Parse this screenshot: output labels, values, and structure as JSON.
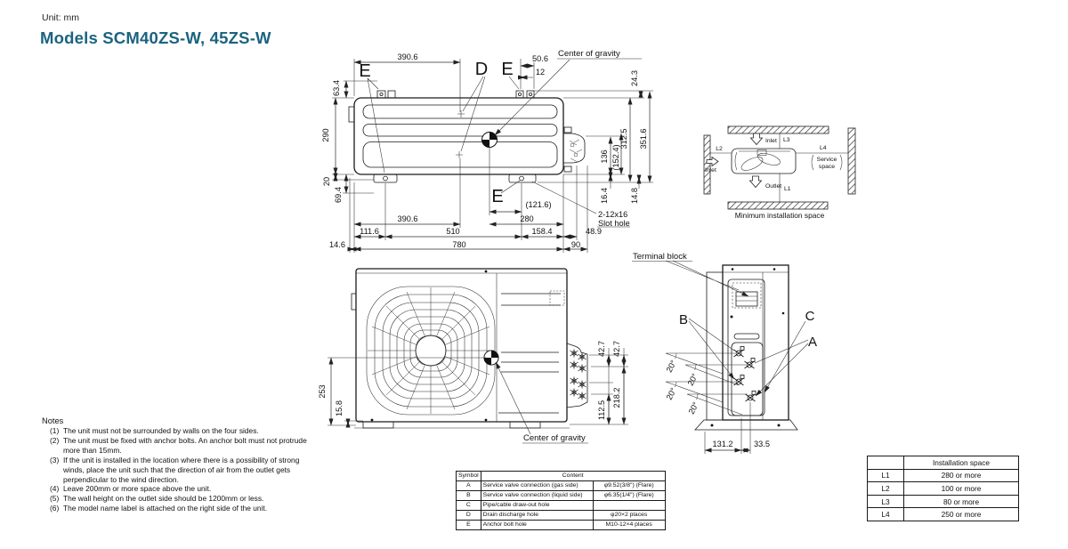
{
  "header": {
    "unit": "Unit: mm",
    "title": "Models SCM40ZS-W, 45ZS-W"
  },
  "colors": {
    "title_accent": "#1b6380",
    "line": "#1b1b1b"
  },
  "top_view": {
    "labels": {
      "e": "E",
      "d": "D",
      "center_of_gravity": "Center of gravity",
      "slot_hole_1": "2-12x16",
      "slot_hole_2": "Slot hole"
    },
    "dims": {
      "d390_6": "390.6",
      "d50_6": "50.6",
      "d12": "12",
      "d24_3": "24.3",
      "d63_4": "63.4",
      "d290": "290",
      "d20": "20",
      "d69_4": "69.4",
      "d312_5": "312.5",
      "d351_6": "351.6",
      "d136": "136",
      "d152_4": "(152.4)",
      "d16_4": "16.4",
      "d14_8": "14.8",
      "d121_6": "(121.6)",
      "d280": "280",
      "d111_6": "111.6",
      "d510": "510",
      "d158_4": "158.4",
      "d48_9": "48.9",
      "d14_6": "14.6",
      "d780": "780",
      "d90": "90"
    }
  },
  "install_diagram": {
    "l1": "L1",
    "l2": "L2",
    "l3": "L3",
    "l4": "L4",
    "inlet": "Inlet",
    "outlet": "Outlet",
    "service_line1": "Service",
    "service_line2": "space",
    "caption": "Minimum installation space"
  },
  "front_view": {
    "center_of_gravity": "Center of gravity",
    "dims": {
      "d253": "253",
      "d15_8": "15.8",
      "d42_7": "42.7",
      "d218_2": "218.2",
      "d112_5": "112.5"
    }
  },
  "side_view": {
    "terminal_block": "Terminal block",
    "label_a": "A",
    "label_b": "B",
    "label_c": "C",
    "angle": "20°",
    "dims": {
      "d131_2": "131.2",
      "d33_5": "33.5"
    }
  },
  "notes": {
    "title": "Notes",
    "items": [
      {
        "num": "(1)",
        "text": "The unit must not be surrounded by walls on the four sides."
      },
      {
        "num": "(2)",
        "text": "The unit must be fixed with anchor bolts. An anchor bolt must not protrude more than 15mm."
      },
      {
        "num": "(3)",
        "text": "If the unit is installed in the location where there is a possibility of strong winds, place the unit such that the direction of air from the outlet gets perpendicular to the wind direction."
      },
      {
        "num": "(4)",
        "text": "Leave 200mm or more space above the unit."
      },
      {
        "num": "(5)",
        "text": "The wall height on the outlet side should be 1200mm or less."
      },
      {
        "num": "(6)",
        "text": "The model name label is attached on the right side of the unit."
      }
    ]
  },
  "symbol_table": {
    "col_symbol": "Symbol",
    "col_content": "Content",
    "rows": [
      {
        "sym": "A",
        "desc": "Service valve connection (gas side)",
        "val": "φ9.52(3/8\") (Flare)"
      },
      {
        "sym": "B",
        "desc": "Service valve connection (liquid side)",
        "val": "φ6.35(1/4\") (Flare)"
      },
      {
        "sym": "C",
        "desc": "Pipe/cable draw-out hole",
        "val": ""
      },
      {
        "sym": "D",
        "desc": "Drain discharge hole",
        "val": "φ20×2 places"
      },
      {
        "sym": "E",
        "desc": "Anchor bolt hole",
        "val": "M10-12×4 places"
      }
    ]
  },
  "space_table": {
    "header": "Installation space",
    "rows": [
      {
        "label": "L1",
        "value": "280 or more"
      },
      {
        "label": "L2",
        "value": "100 or more"
      },
      {
        "label": "L3",
        "value": "80 or more"
      },
      {
        "label": "L4",
        "value": "250 or more"
      }
    ]
  }
}
